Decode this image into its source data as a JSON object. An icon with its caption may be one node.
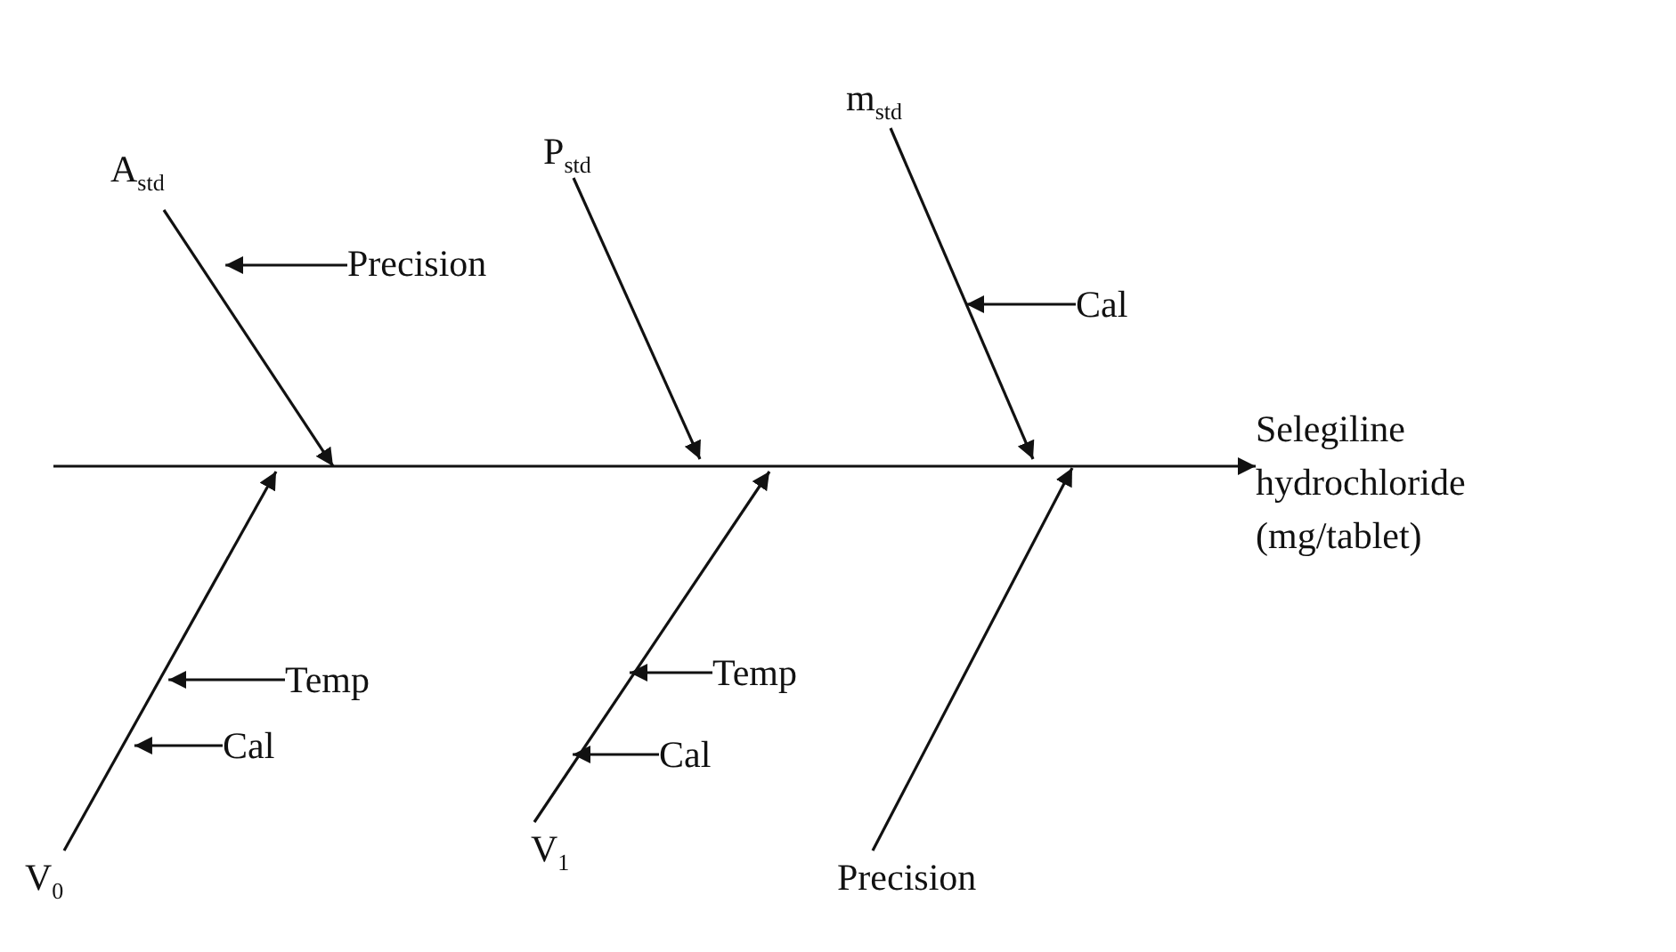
{
  "diagram": {
    "nodes": [
      {
        "text": [
          "A$_{std}$"
        ]
      },
      {
        "text": [
          "P$_{std}$"
        ]
      },
      {
        "text": [
          "m$_{std}$"
        ]
      },
      {
        "text": [
          "Precision"
        ]
      },
      {
        "text": [
          "Cal"
        ]
      },
      {
        "text": [
          "Selegiline hydrochloride (mg/tablet)"
        ]
      },
      {
        "text": [
          "Temp"
        ]
      },
      {
        "text": [
          "Temp"
        ]
      },
      {
        "text": [
          "Cal"
        ]
      },
      {
        "text": [
          "Cal"
        ]
      },
      {
        "text": [
          "V$_{0}$"
        ]
      },
      {
        "text": [
          "V$_{1}$"
        ]
      },
      {
        "text": [
          "Precision"
        ]
      }
    ],
    "edges": [
      {
        "from": null,
        "to": 5,
        "arrow": "to"
      },
      {
        "from": 0,
        "to": null,
        "arrow": "to"
      },
      {
        "from": 1,
        "to": null,
        "arrow": "to"
      },
      {
        "from": 2,
        "to": null,
        "arrow": "to"
      },
      {
        "from": 10,
        "to": null,
        "arrow": "to"
      },
      {
        "from": 11,
        "to": null,
        "arrow": "to"
      },
      {
        "from": 12,
        "to": null,
        "arrow": "to"
      },
      {
        "from": 3,
        "to": null,
        "arrow": "to"
      },
      {
        "from": 4,
        "to": null,
        "arrow": "to"
      },
      {
        "from": 6,
        "to": null,
        "arrow": "to"
      },
      {
        "from": 7,
        "to": null,
        "arrow": "to"
      },
      {
        "from": 8,
        "to": null,
        "arrow": "to"
      },
      {
        "from": 9,
        "to": null,
        "arrow": "to"
      }
    ]
  }
}
